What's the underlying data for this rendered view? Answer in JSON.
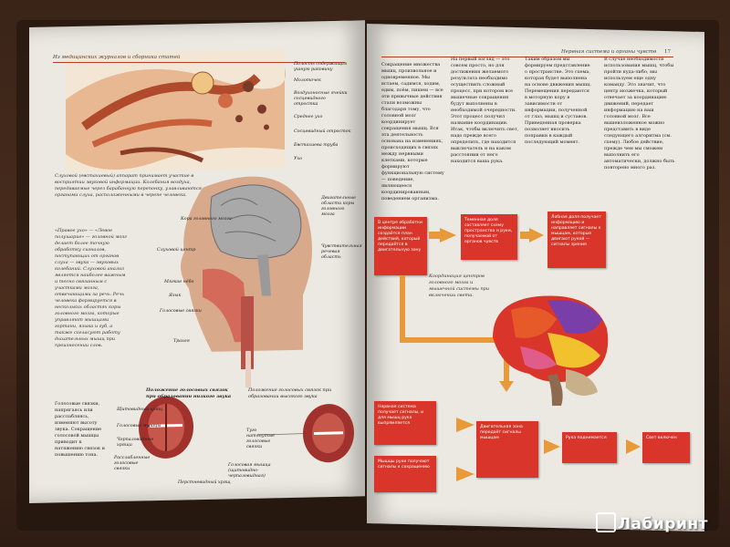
{
  "left_page": {
    "header": "Из медицинских журналов и сборника статей",
    "ear_labels": [
      "Полость содержащая ушную раковину",
      "Молоточек",
      "Воздухоносные ячейки сосцевидного отростка",
      "Среднее ухо",
      "Сосцевидный отросток",
      "Евстахиева труба",
      "Ухо"
    ],
    "ear_caption": "Слуховой (евстахиевый) аппарат принимает участие в восприятии звуковой информации. Колебания воздуха, передаваемые через барабанную перепонку, улавливаются органами слуха, расположенными в черепе человека.",
    "head_labels": [
      "Кора головного мозга",
      "Слуховой центр",
      "Мягкое нёбо",
      "Язык",
      "Голосовые связки",
      "Трахея",
      "Двигательные области коры головного мозга",
      "Чувствительная речевая область"
    ],
    "side_text": "«Правое ухо» — «Левое полушарие» — головной мозг делает более точную обработку сигналов, поступающих от органов слуха — звука — звуковых колебаний. Слуховой анализ является наиболее важным и тесно связанным с участками мозга, отвечающими за речь. Речь человека формируется в нескольких областях коры головного мозга, которые управляют мышцами гортани, языка и губ, а также согласуют работу дыхательных мышц при произнесении слов.",
    "vocal_low": "Положение голосовых связок при образовании низкого звука",
    "vocal_high": "Положение голосовых связок при образовании высокого звука",
    "vocal_labels": [
      "Щитовидный хрящ",
      "Голосовые мышцы",
      "Черпаловидные хрящи",
      "Расслабленные голосовые связки",
      "Перстневидный хрящ",
      "Туго натянутые голосовые связки",
      "Голосовая мышца (щитовидно-черпаловидная)"
    ],
    "bottom_text": "Голосовые связки, напрягаясь или расслабляясь, изменяют высоту звука. Сокращение голосовой мышцы приводит к натяжению связок и повышению тона."
  },
  "right_page": {
    "header": "Нервная система и органы чувств",
    "page_number": "17",
    "col1": "Сокращение множества мышц, произвольное и одновременное. Мы встаем, садимся, ходим, едим, поём, пишем — все эти привычные действия стали возможны благодаря тому, что головной мозг координирует сокращения мышц. Вся эта деятельность основана на изменениях, происходящих в связях между нервными клетками, которые формируют функциональную систему — поведение, являющееся координированным, поведением организма.",
    "col2": "На первый взгляд — это совсем просто, но для достижения желаемого результата необходимо осуществить сложный процесс, при котором все мышечные сокращения будут выполнены в необходимой очередности. Этот процесс получил название координации. Итак, чтобы включить свет, надо прежде всего определить, где находится выключатель и на каком расстоянии от него находится ваша рука.",
    "col3": "Таким образом мы формируем представление о пространстве. Это схема, которая будет выполнена на основе движения мышц. Перемещения передаются в моторную кору в зависимости от информации, полученной от глаз, мышц и суставов. Приведенная проверка позволяет вносить поправки в каждый последующий момент.",
    "col4": "В случае необходимости использования мышц, чтобы пройти куда-либо, мы используем еще одну команду. Это значит, что центр мозжечка, который отвечает за координацию движений, передает информацию на ваш головной мозг. Все вышеизложенное можно представить в виде следующего алгоритма (см. схему). Любое действие, прежде чем мы сможем выполнить его автоматически, должно быть повторено много раз.",
    "flow": {
      "box1": "В центре обработки информации создаётся план действий, который передаётся в двигательную зону",
      "box2": "Теменная доля составляет схему пространства и руки, получаемой от органов чувств",
      "box3": "Лобная доля получает информацию и направляет сигналы к мышцам, которые двигают рукой — сигналы зрения",
      "caption": "Координация центров головного мозга и мышечной системы при включении света.",
      "box4": "Нервная система получает сигналы, и для мышц рука выпрямляется",
      "box5": "Мышцы руки получают сигналы к сокращению",
      "box6": "Двигательная зона передаёт сигналы мышцам",
      "box7": "Рука поднимается",
      "box8": "Свет включен"
    }
  },
  "watermark": "Лабиринт",
  "colors": {
    "accent_red": "#d9352a",
    "arrow_orange": "#e89a3a",
    "page": "#ece9e2"
  }
}
